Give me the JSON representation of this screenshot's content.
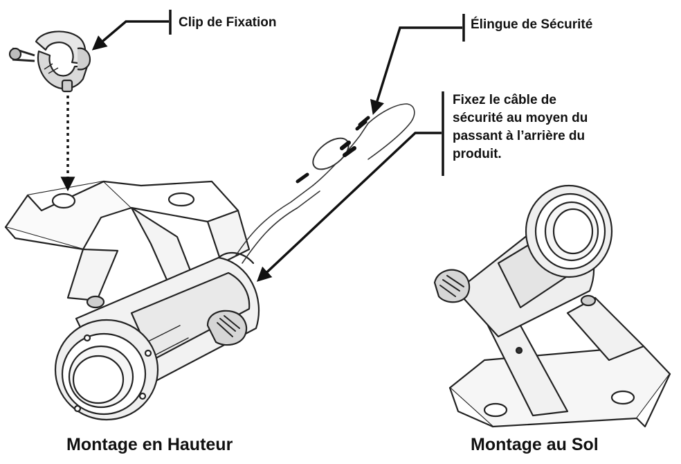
{
  "labels": {
    "clamp": "Clip de Fixation",
    "safety_cable": "Élingue de Sécurité",
    "attach_note": [
      "Fixez le câble de",
      "sécurité au moyen du",
      "passant à l’arrière du",
      "produit."
    ]
  },
  "captions": {
    "hanging": "Montage en Hauteur",
    "floor": "Montage au Sol"
  }
}
